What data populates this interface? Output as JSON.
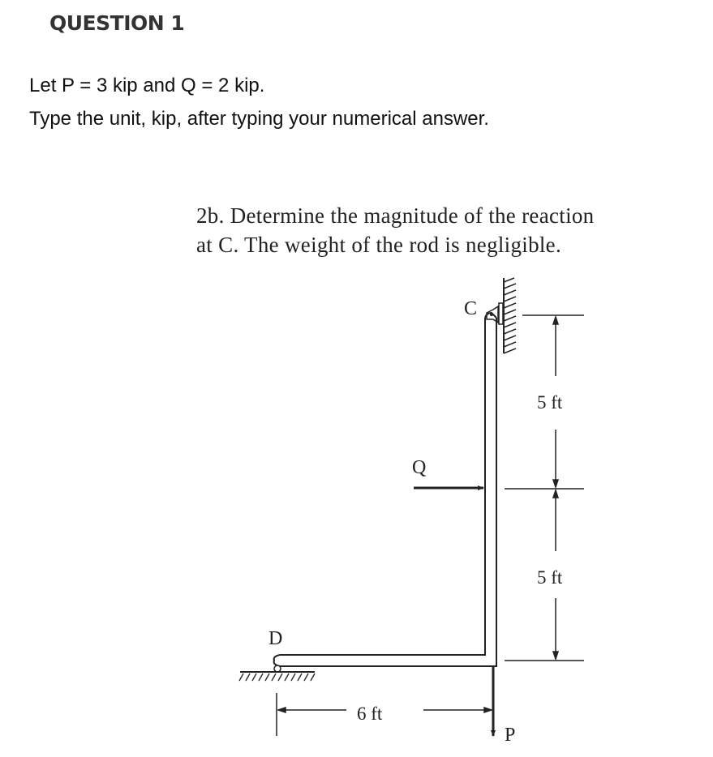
{
  "question": {
    "title": "QUESTION 1",
    "given": "Let P = 3 kip and Q = 2 kip.",
    "instruction": "Type the unit, kip, after typing your numerical answer."
  },
  "problem": {
    "line1": "2b. Determine the magnitude of the reaction",
    "line2": "at C.  The weight of the rod is negligible."
  },
  "figure": {
    "labels": {
      "C": "C",
      "D": "D",
      "Q": "Q",
      "P": "P"
    },
    "dimensions": {
      "upper_vertical": "5 ft",
      "lower_vertical": "5 ft",
      "horizontal": "6 ft"
    },
    "forces": {
      "P_kip": 3,
      "Q_kip": 2
    },
    "colors": {
      "line": "#222222",
      "background": "#ffffff"
    }
  }
}
